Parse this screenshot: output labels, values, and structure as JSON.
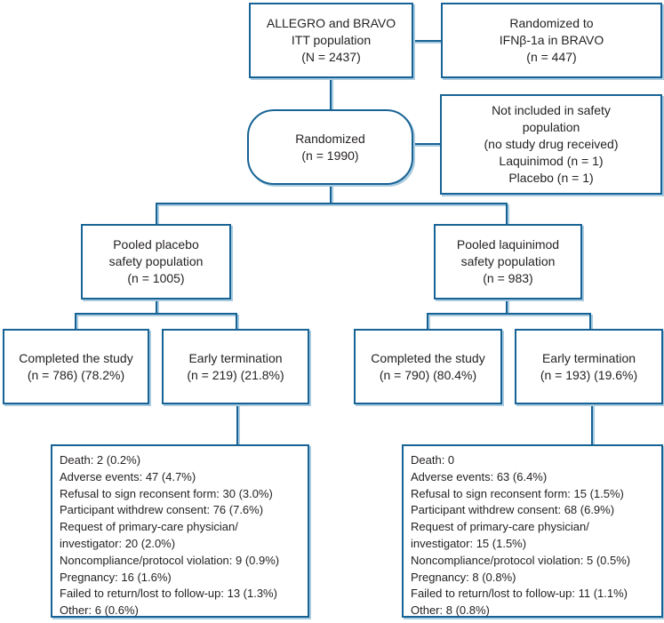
{
  "figure": {
    "title": "ALLEGRO and BRAVO pooled safety population flow diagram",
    "colors": {
      "box_border": "#176395",
      "line_shadow": "#aacbe0",
      "text": "#231f20",
      "background": "#ffffff"
    },
    "nodes": {
      "itt": {
        "lines": [
          "ALLEGRO and BRAVO",
          "ITT population",
          "(N = 2437)"
        ]
      },
      "ifn": {
        "lines": [
          "Randomized to",
          "IFNβ-1a in BRAVO",
          "(n = 447)"
        ]
      },
      "randomized": {
        "lines": [
          "Randomized",
          "(n = 1990)"
        ]
      },
      "not_included": {
        "lines": [
          "Not included in safety",
          "population",
          "(no study drug received)",
          "Laquinimod (n = 1)",
          "Placebo (n = 1)"
        ]
      },
      "placebo_pool": {
        "lines": [
          "Pooled placebo",
          "safety population",
          "(n = 1005)"
        ]
      },
      "laquinimod_pool": {
        "lines": [
          "Pooled laquinimod",
          "safety population",
          "(n = 983)"
        ]
      },
      "placebo_completed": {
        "lines": [
          "Completed the study",
          "(n = 786) (78.2%)"
        ]
      },
      "placebo_early_termination": {
        "lines": [
          "Early termination",
          "(n = 219) (21.8%)"
        ]
      },
      "laquinimod_completed": {
        "lines": [
          "Completed the study",
          "(n = 790) (80.4%)"
        ]
      },
      "laquinimod_early_termination": {
        "lines": [
          "Early termination",
          "(n = 193) (19.6%)"
        ]
      },
      "placebo_termination_reasons": {
        "lines": [
          "Death: 2 (0.2%)",
          "Adverse events: 47 (4.7%)",
          "Refusal to sign reconsent form: 30 (3.0%)",
          "Participant withdrew consent: 76 (7.6%)",
          "Request of primary-care physician/",
          "investigator: 20 (2.0%)",
          "Noncompliance/protocol violation: 9 (0.9%)",
          "Pregnancy: 16 (1.6%)",
          "Failed to return/lost to follow-up: 13 (1.3%)",
          "Other: 6 (0.6%)"
        ]
      },
      "laquinimod_termination_reasons": {
        "lines": [
          "Death: 0",
          "Adverse events: 63 (6.4%)",
          "Refusal to sign reconsent form: 15 (1.5%)",
          "Participant withdrew consent: 68 (6.9%)",
          "Request of primary-care physician/",
          "investigator: 15 (1.5%)",
          "Noncompliance/protocol violation: 5 (0.5%)",
          "Pregnancy: 8 (0.8%)",
          "Failed to return/lost to follow-up: 11 (1.1%)",
          "Other: 8 (0.8%)"
        ]
      }
    }
  }
}
